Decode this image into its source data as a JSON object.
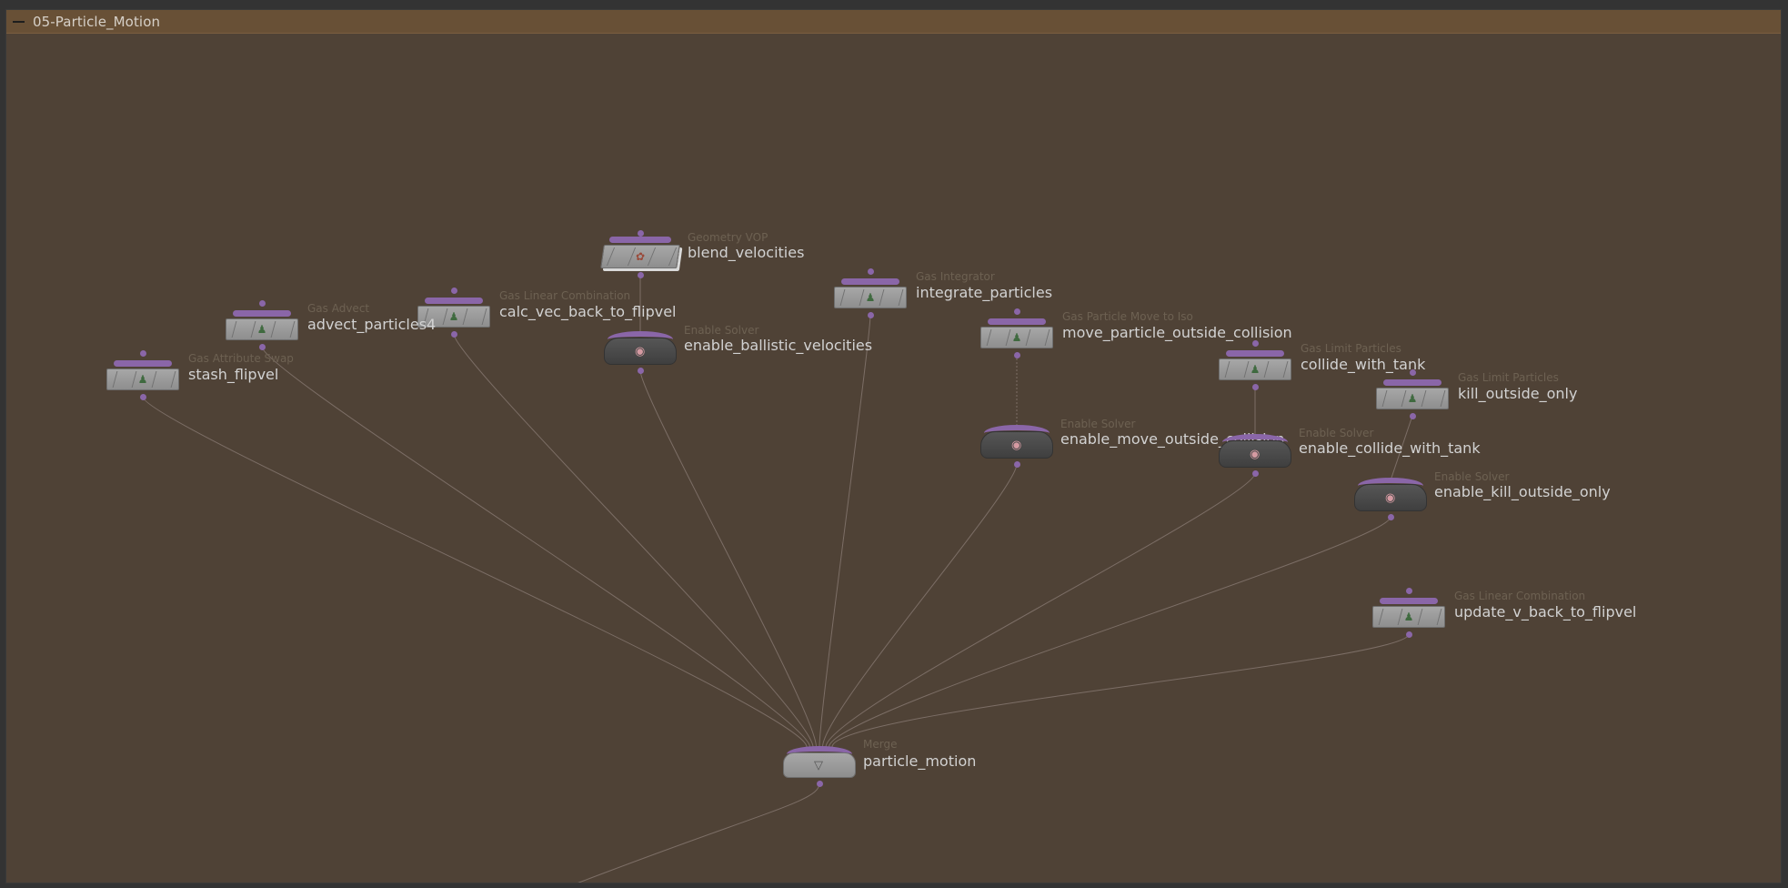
{
  "network_box": {
    "title": "05-Particle_Motion"
  },
  "nodes": {
    "blend_velocities": {
      "type": "Geometry VOP",
      "name": "blend_velocities",
      "icon": "vop-network-icon"
    },
    "integrate_particles": {
      "type": "Gas Integrator",
      "name": "integrate_particles",
      "icon": "microsolver-icon"
    },
    "calc_vec_back_to_flipvel": {
      "type": "Gas Linear Combination",
      "name": "calc_vec_back_to_flipvel",
      "icon": "microsolver-icon"
    },
    "advect_particles4": {
      "type": "Gas Advect",
      "name": "advect_particles4",
      "icon": "microsolver-icon"
    },
    "stash_flipvel": {
      "type": "Gas Attribute Swap",
      "name": "stash_flipvel",
      "icon": "microsolver-icon"
    },
    "enable_ballistic_velocities": {
      "type": "Enable Solver",
      "name": "enable_ballistic_velocities",
      "icon": "enable-solver-icon"
    },
    "move_particle_outside_collision": {
      "type": "Gas Particle Move to Iso",
      "name": "move_particle_outside_collision",
      "icon": "microsolver-icon"
    },
    "collide_with_tank": {
      "type": "Gas Limit Particles",
      "name": "collide_with_tank",
      "icon": "microsolver-icon"
    },
    "kill_outside_only": {
      "type": "Gas Limit Particles",
      "name": "kill_outside_only",
      "icon": "microsolver-icon"
    },
    "enable_move_outside_collision": {
      "type": "Enable Solver",
      "name": "enable_move_outside_collision",
      "icon": "enable-solver-icon"
    },
    "enable_collide_with_tank": {
      "type": "Enable Solver",
      "name": "enable_collide_with_tank",
      "icon": "enable-solver-icon"
    },
    "enable_kill_outside_only": {
      "type": "Enable Solver",
      "name": "enable_kill_outside_only",
      "icon": "enable-solver-icon"
    },
    "update_v_back_to_flipvel": {
      "type": "Gas Linear Combination",
      "name": "update_v_back_to_flipvel",
      "icon": "microsolver-icon"
    },
    "particle_motion": {
      "type": "Merge",
      "name": "particle_motion",
      "icon": "merge-icon"
    }
  },
  "colors": {
    "background": "#333333",
    "network_box": "#4f4236",
    "network_box_header": "#685036",
    "node_flag": "#8a66a8",
    "wire": "#7c6e66",
    "node_name": "#d2d2d2",
    "node_type": "#6d6152"
  }
}
